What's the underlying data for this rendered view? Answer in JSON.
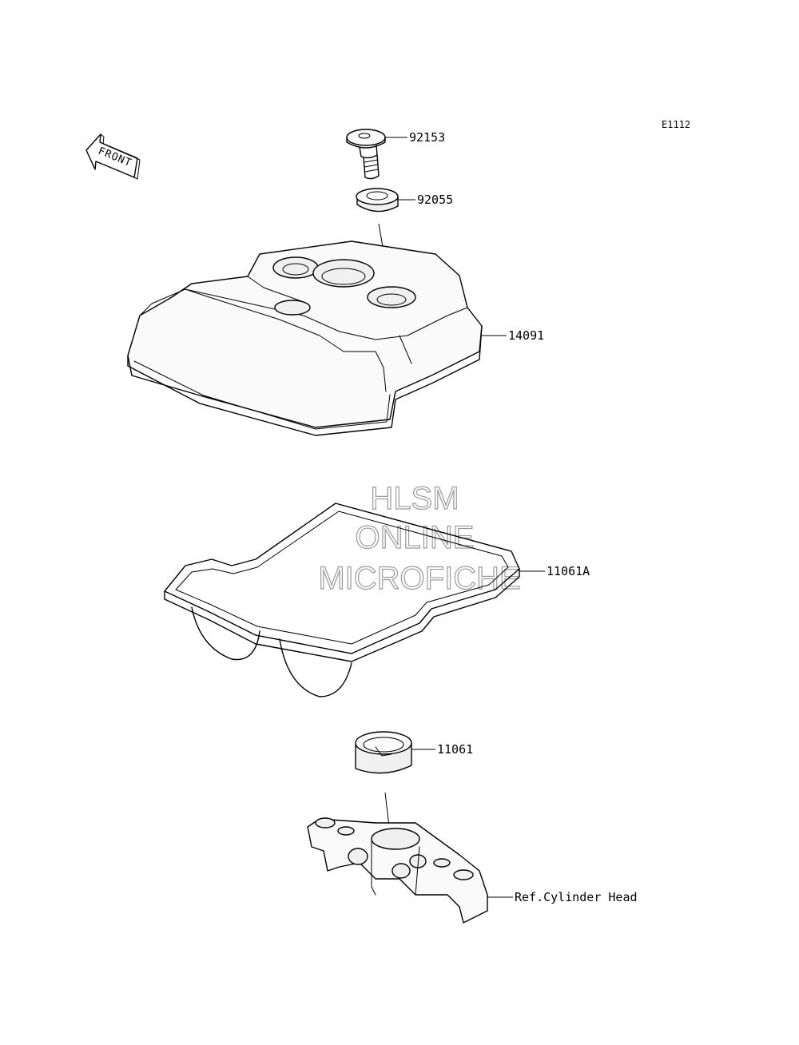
{
  "diagram": {
    "code": "E1112",
    "front_label": "FRONT",
    "watermark": [
      "HLSM",
      "ONLINE",
      "MICROFICHE"
    ],
    "parts": [
      {
        "number": "92153"
      },
      {
        "number": "92055"
      },
      {
        "number": "14091"
      },
      {
        "number": "11061A"
      },
      {
        "number": "11061"
      }
    ],
    "reference": "Ref.Cylinder Head"
  }
}
